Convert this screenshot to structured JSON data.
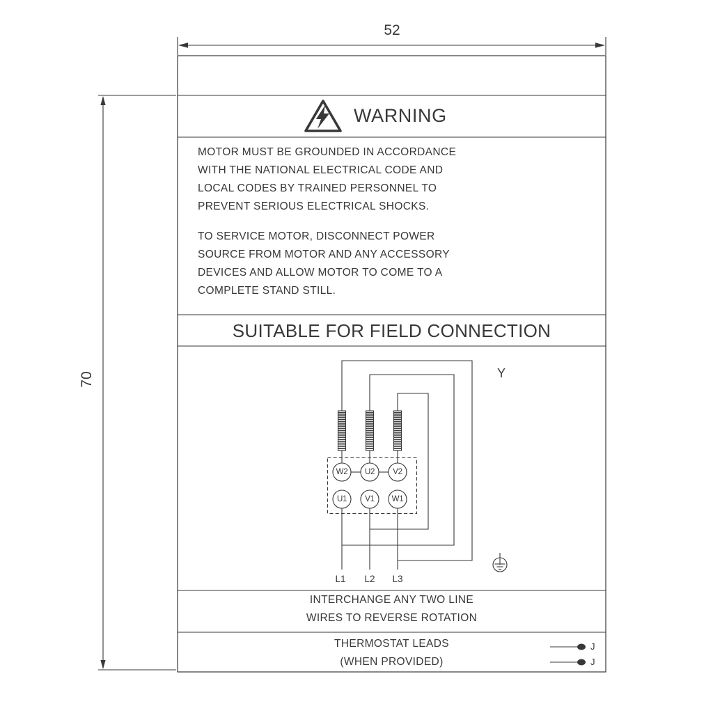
{
  "colors": {
    "ink": "#383838",
    "background": "#ffffff"
  },
  "dimensions": {
    "width": "52",
    "height": "70"
  },
  "warning": {
    "title": "WARNING",
    "icon": "high-voltage-warning-triangle"
  },
  "grounding_notice": {
    "lines": [
      "MOTOR MUST BE GROUNDED IN ACCORDANCE",
      "WITH THE NATIONAL ELECTRICAL CODE AND",
      "LOCAL CODES BY TRAINED PERSONNEL TO",
      "PREVENT SERIOUS ELECTRICAL SHOCKS."
    ]
  },
  "service_notice": {
    "lines": [
      "TO SERVICE MOTOR, DISCONNECT POWER",
      "SOURCE FROM MOTOR AND ANY ACCESSORY",
      "DEVICES AND ALLOW MOTOR TO COME TO A",
      "COMPLETE STAND STILL."
    ]
  },
  "field_connection": {
    "title": "SUITABLE FOR FIELD CONNECTION"
  },
  "wiring_diagram": {
    "configuration_label": "Y",
    "terminals_top": [
      "W2",
      "U2",
      "V2"
    ],
    "terminals_bottom": [
      "U1",
      "V1",
      "W1"
    ],
    "line_leads": [
      "L1",
      "L2",
      "L3"
    ],
    "ground_icon": "earth-ground"
  },
  "rotation_note": {
    "lines": [
      "INTERCHANGE ANY TWO LINE",
      "WIRES TO REVERSE ROTATION"
    ]
  },
  "thermostat_note": {
    "lines": [
      "THERMOSTAT LEADS",
      "(WHEN PROVIDED)"
    ],
    "lead_labels": [
      "J",
      "J"
    ]
  }
}
